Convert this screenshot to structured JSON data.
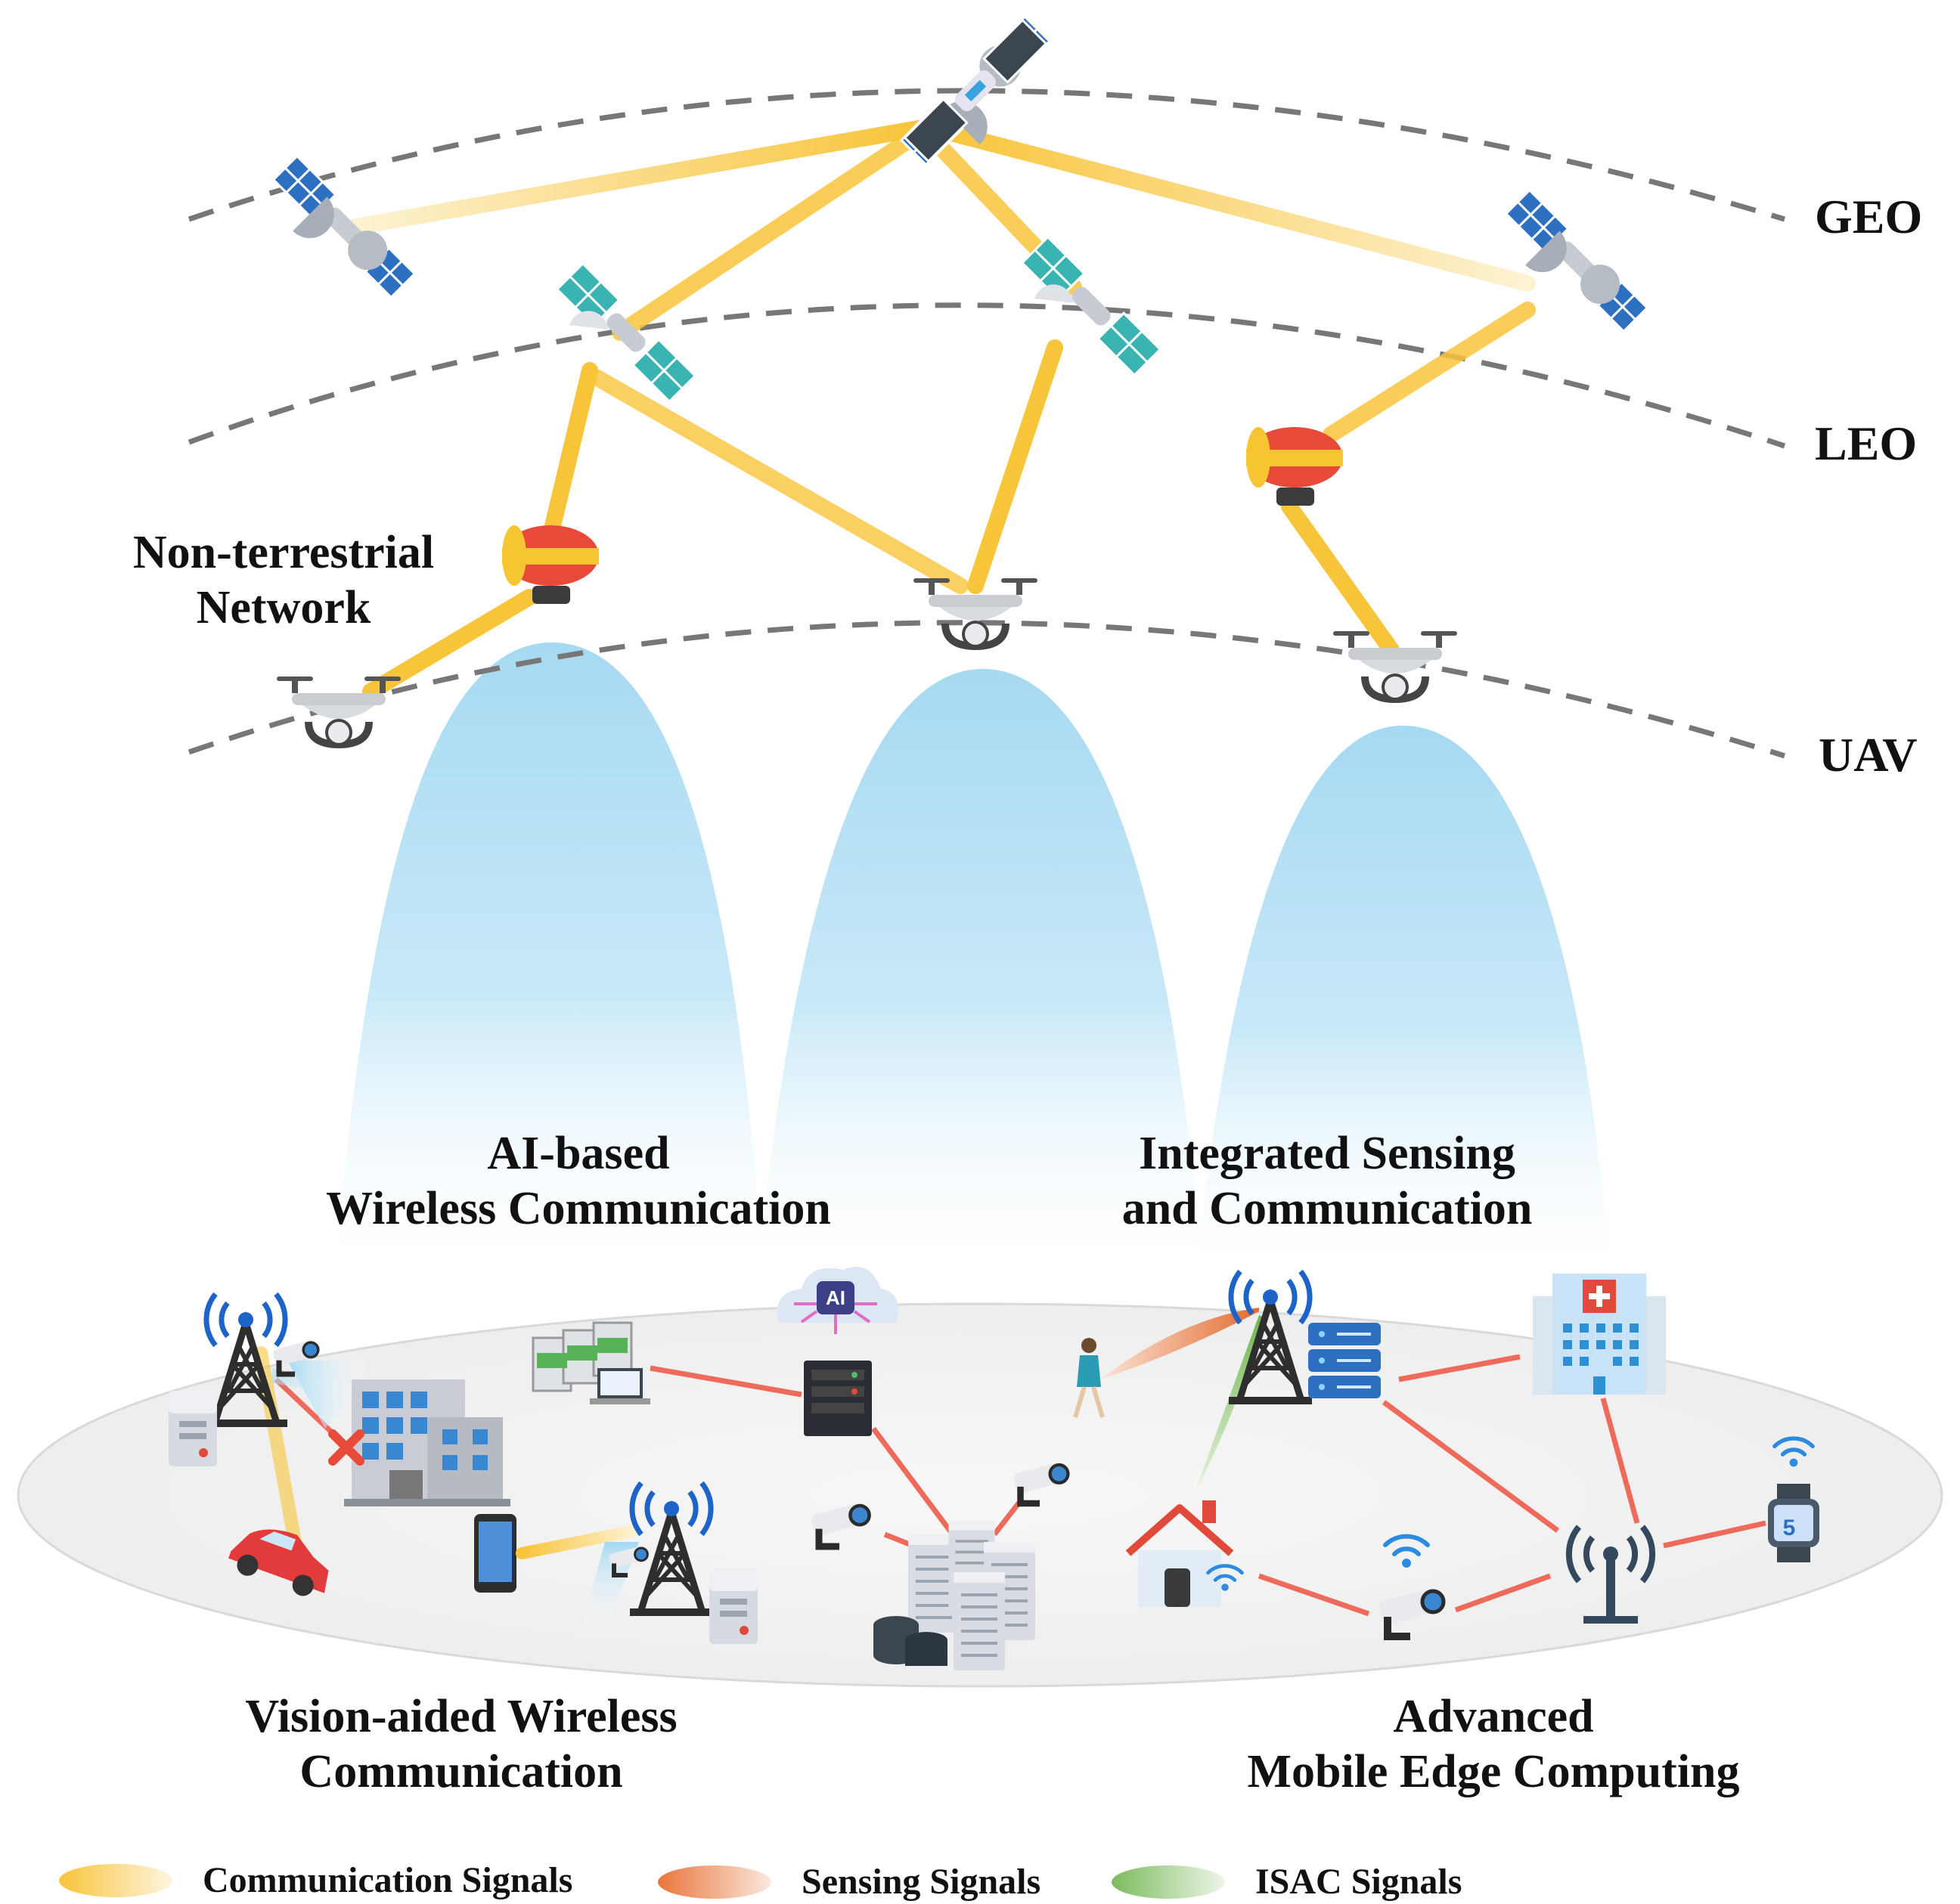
{
  "orbit_labels": {
    "geo": "GEO",
    "leo": "LEO",
    "uav": "UAV"
  },
  "section_labels": {
    "ntn": [
      "Non-terrestrial",
      "Network"
    ],
    "ai": [
      "AI-based",
      "Wireless Communication"
    ],
    "isac": [
      "Integrated Sensing",
      "and Communication"
    ],
    "vision": [
      "Vision-aided Wireless",
      "Communication"
    ],
    "mec": [
      "Advanced",
      "Mobile Edge Computing"
    ]
  },
  "device_labels": {
    "ai_chip": "AI",
    "watch_display": "5"
  },
  "legend": [
    {
      "label": "Communication Signals",
      "color": "#f8c43a"
    },
    {
      "label": "Sensing Signals",
      "color": "#e9763c"
    },
    {
      "label": "ISAC Signals",
      "color": "#7cbb5e"
    }
  ],
  "colors": {
    "communication": "#f8c43a",
    "sensing": "#e9763c",
    "isac": "#7cbb5e",
    "beam": "#a8daf2",
    "wired_link": "#ee6a5a",
    "orbit_line": "#777777",
    "ground_disc": "#f2f2f2"
  },
  "icons": {
    "satellites": [
      "satellite-icon"
    ],
    "airships": [
      "airship-icon"
    ],
    "drones": [
      "drone-icon"
    ],
    "ground": [
      "tower-icon",
      "server-icon",
      "building-icon",
      "car-icon",
      "smartphone-icon",
      "camera-icon",
      "ai-cloud-icon",
      "computer-icon",
      "data-center-icon",
      "person-icon",
      "hospital-icon",
      "house-icon",
      "antenna-icon",
      "smartwatch-icon",
      "blocked-x-icon"
    ]
  }
}
